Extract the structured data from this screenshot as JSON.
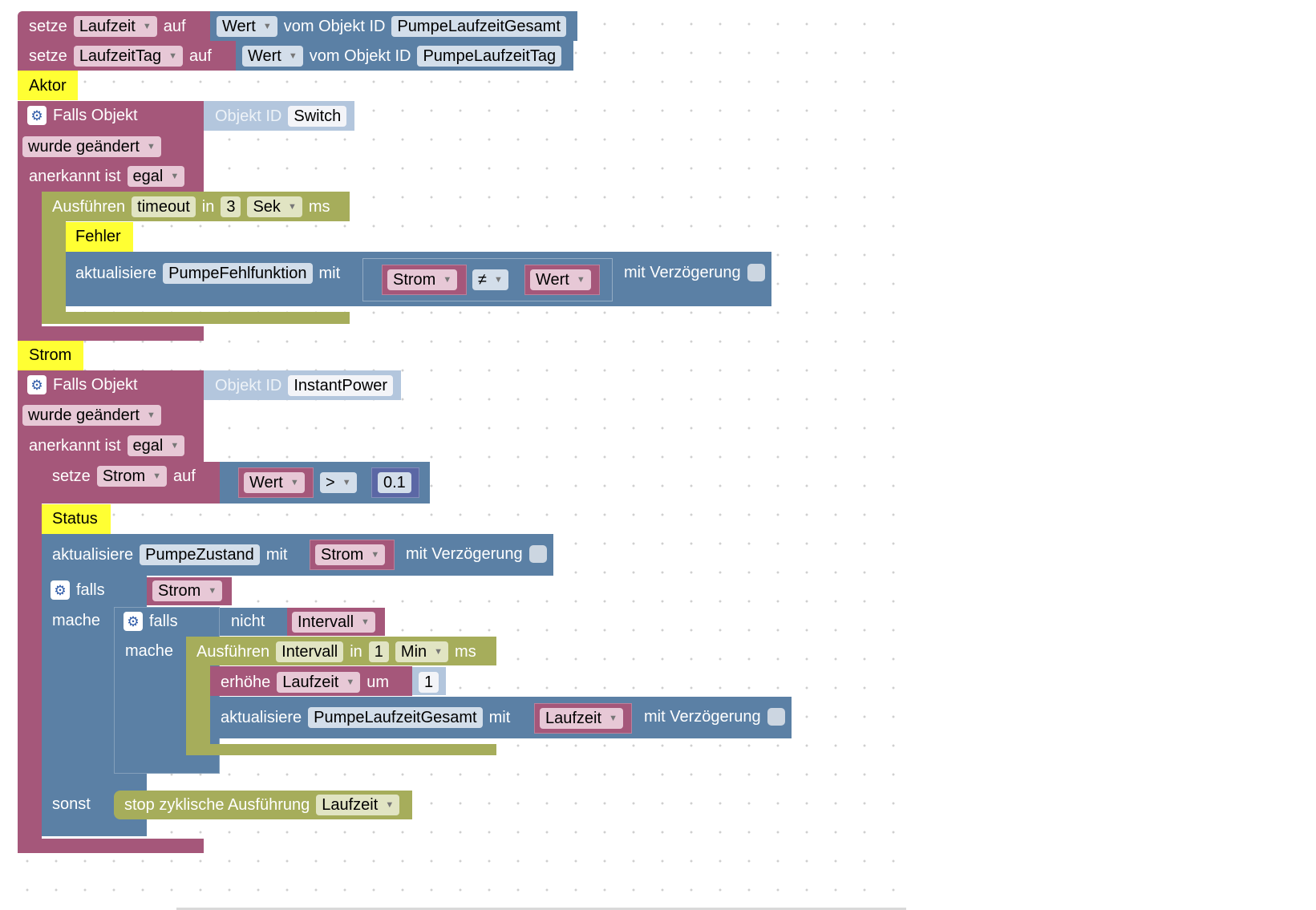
{
  "b1": {
    "set": "setze",
    "var": "Laufzeit",
    "to": "auf",
    "prop": "Wert",
    "of": "vom Objekt ID",
    "id": "PumpeLaufzeitGesamt"
  },
  "b2": {
    "set": "setze",
    "var": "LaufzeitTag",
    "to": "auf",
    "prop": "Wert",
    "of": "vom Objekt ID",
    "id": "PumpeLaufzeitTag"
  },
  "c1": "Aktor",
  "t1": {
    "if_object": "Falls Objekt",
    "obj_label": "Objekt ID",
    "obj": "Switch",
    "changed": "wurde geändert",
    "ack_label": "anerkannt ist",
    "ack": "egal"
  },
  "to1": {
    "exec": "Ausführen",
    "name": "timeout",
    "in": "in",
    "n": "3",
    "unit": "Sek",
    "ms": "ms"
  },
  "c2": "Fehler",
  "u1": {
    "update": "aktualisiere",
    "id": "PumpeFehlfunktion",
    "with": "mit",
    "a": "Strom",
    "op": "≠",
    "b": "Wert",
    "delay": "mit Verzögerung"
  },
  "c3": "Strom",
  "t2": {
    "if_object": "Falls Objekt",
    "obj_label": "Objekt ID",
    "obj": "InstantPower",
    "changed": "wurde geändert",
    "ack_label": "anerkannt ist",
    "ack": "egal"
  },
  "s3": {
    "set": "setze",
    "var": "Strom",
    "to": "auf",
    "prop": "Wert",
    "op": ">",
    "num": "0.1"
  },
  "c4": "Status",
  "u2": {
    "update": "aktualisiere",
    "id": "PumpeZustand",
    "with": "mit",
    "val": "Strom",
    "delay": "mit Verzögerung"
  },
  "if1": {
    "if": "falls",
    "cond": "Strom",
    "do": "mache",
    "else": "sonst"
  },
  "if2": {
    "if": "falls",
    "not": "nicht",
    "var": "Intervall",
    "do": "mache"
  },
  "iv": {
    "exec": "Ausführen",
    "name": "Intervall",
    "in": "in",
    "n": "1",
    "unit": "Min",
    "ms": "ms"
  },
  "inc": {
    "inc": "erhöhe",
    "var": "Laufzeit",
    "by": "um",
    "n": "1"
  },
  "u3": {
    "update": "aktualisiere",
    "id": "PumpeLaufzeitGesamt",
    "with": "mit",
    "val": "Laufzeit",
    "delay": "mit Verzögerung"
  },
  "stop": {
    "label": "stop zyklische Ausführung",
    "var": "Laufzeit"
  },
  "colors": {
    "event": "#a5577a",
    "object": "#5b80a5",
    "control": "#a6ad5b",
    "comment": "#ffff33",
    "light": "#b3c6dd"
  }
}
